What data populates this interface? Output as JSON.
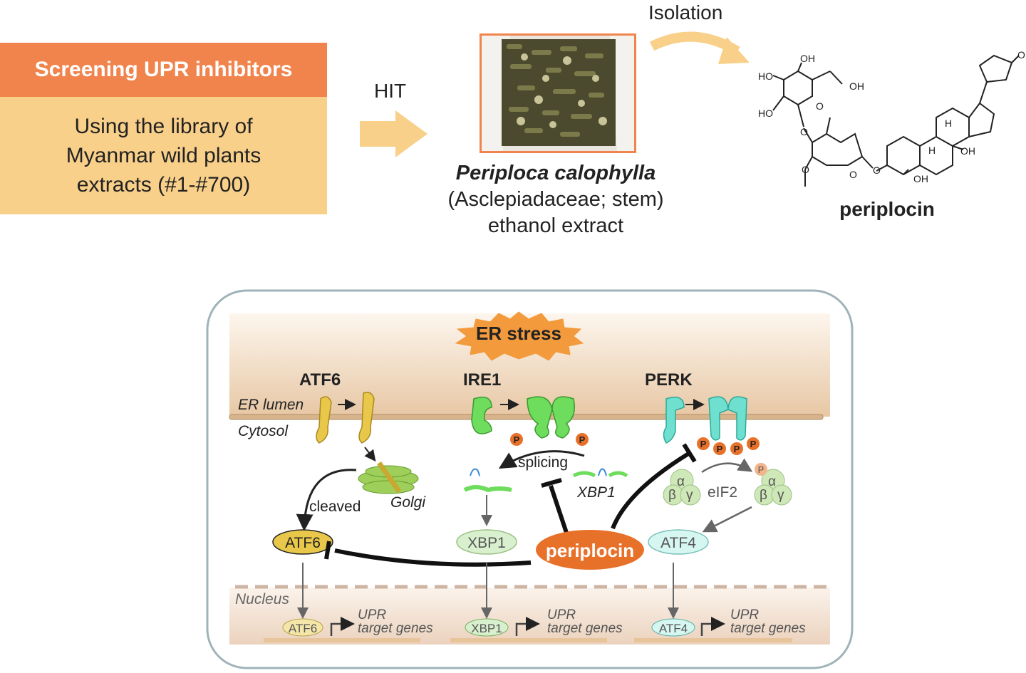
{
  "screening": {
    "title": "Screening UPR inhibitors",
    "lines": [
      "Using the library of",
      "Myanmar wild plants",
      "extracts (#1-#700)"
    ]
  },
  "hit_label": "HIT",
  "isolation_label": "Isolation",
  "plant": {
    "species": "Periploca calophylla",
    "family": "(Asclepiadaceae; stem)",
    "extract": "ethanol extract"
  },
  "compound": {
    "name": "periplocin",
    "groups": [
      "OH",
      "HO",
      "OH",
      "HO",
      "O",
      "O",
      "O",
      "O",
      "O",
      "O",
      "H",
      "H",
      "OH",
      "OH"
    ]
  },
  "pathway": {
    "stress": "ER stress",
    "sensors": [
      "ATF6",
      "IRE1",
      "PERK"
    ],
    "er_lumen": "ER lumen",
    "cytosol": "Cytosol",
    "golgi": "Golgi",
    "cleaved": "cleaved",
    "splicing": "splicing",
    "xbp1_mrna": "XBP1",
    "eif2": "eIF2",
    "subunits": [
      "α",
      "β",
      "γ"
    ],
    "phospho": "P",
    "factors": [
      "ATF6",
      "XBP1",
      "ATF4"
    ],
    "inhibitor": "periplocin",
    "nucleus": "Nucleus",
    "nuclear_factors": [
      "ATF6",
      "XBP1",
      "ATF4"
    ],
    "upr": "UPR",
    "target_genes": "target genes"
  },
  "colors": {
    "accent_orange": "#f0844c",
    "panel_yellow": "#f9d08a",
    "atf6": "#e8c74a",
    "ire1": "#6edc5c",
    "perk": "#6fe0d0",
    "phospho": "#e8712a"
  }
}
